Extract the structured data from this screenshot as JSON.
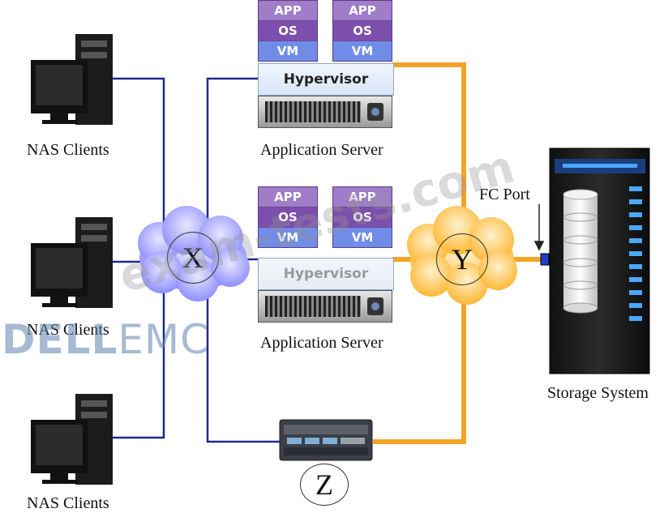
{
  "labels": {
    "nas_clients": "NAS Clients",
    "application_server": "Application Server",
    "storage_system": "Storage System",
    "fc_port": "FC Port",
    "hypervisor": "Hypervisor",
    "app": "APP",
    "os": "OS",
    "vm": "VM",
    "node_x": "X",
    "node_y": "Y",
    "node_z": "Z"
  },
  "watermarks": {
    "site": "exam-tests.com",
    "brand": "DELLEMC"
  },
  "colors": {
    "ip_link": "#1f2a8c",
    "fc_link": "#f4a325",
    "cloud_x": "#a8a8ff",
    "cloud_y": "#ffc24d",
    "vm_purple": "#8a5fb8",
    "vm_blue": "#6f8de8",
    "fc_port": "#1d3fc2"
  }
}
